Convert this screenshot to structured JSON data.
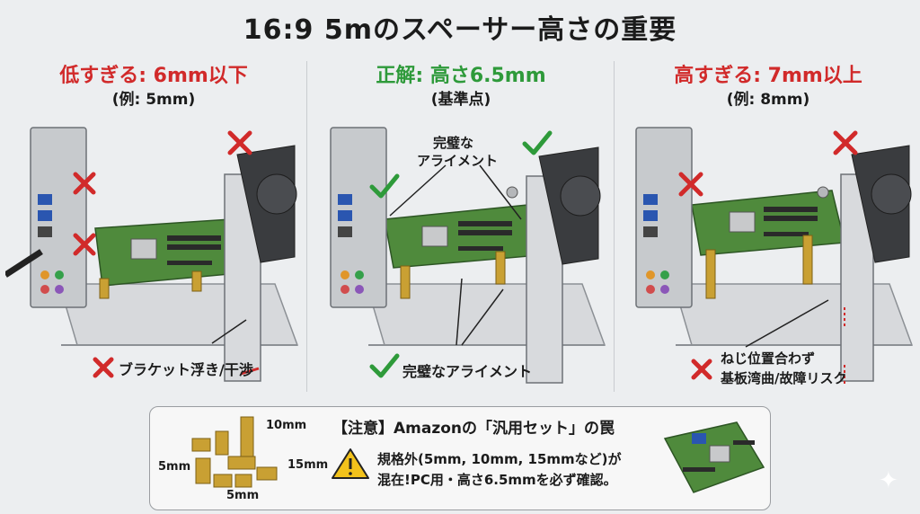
{
  "title": "16:9 5mのスペーサー高さの重要",
  "panels": [
    {
      "heading": "低すぎる: 6mm以下",
      "sub": "(例: 5mm)",
      "caption": "ブラケット浮き/干渉"
    },
    {
      "heading": "正解: 高さ6.5mm",
      "sub": "(基準点)",
      "callout_line1": "完璧な",
      "callout_line2": "アライメント",
      "caption": "完璧なアライメント"
    },
    {
      "heading": "高すぎる: 7mm以上",
      "sub": "(例: 8mm)",
      "caption_line1": "ねじ位置合わず",
      "caption_line2": "基板湾曲/故障リスク"
    }
  ],
  "notice": {
    "title": "【注意】Amazonの「汎用セット」の罠",
    "line1": "規格外(5mm, 10mm, 15mmなど)が",
    "line2": "混在!PC用・高さ6.5mmを必ず確認。",
    "sizes": {
      "top": "10mm",
      "left": "5mm",
      "right": "15mm",
      "bottom": "5mm"
    }
  },
  "colors": {
    "bad": "#d12a2a",
    "good": "#2e9a3a",
    "pcb": "#4f8a3c",
    "standoff": "#c9a033"
  },
  "icons": [
    "cross-mark-icon",
    "check-mark-icon",
    "warning-icon",
    "sparkle-icon"
  ]
}
